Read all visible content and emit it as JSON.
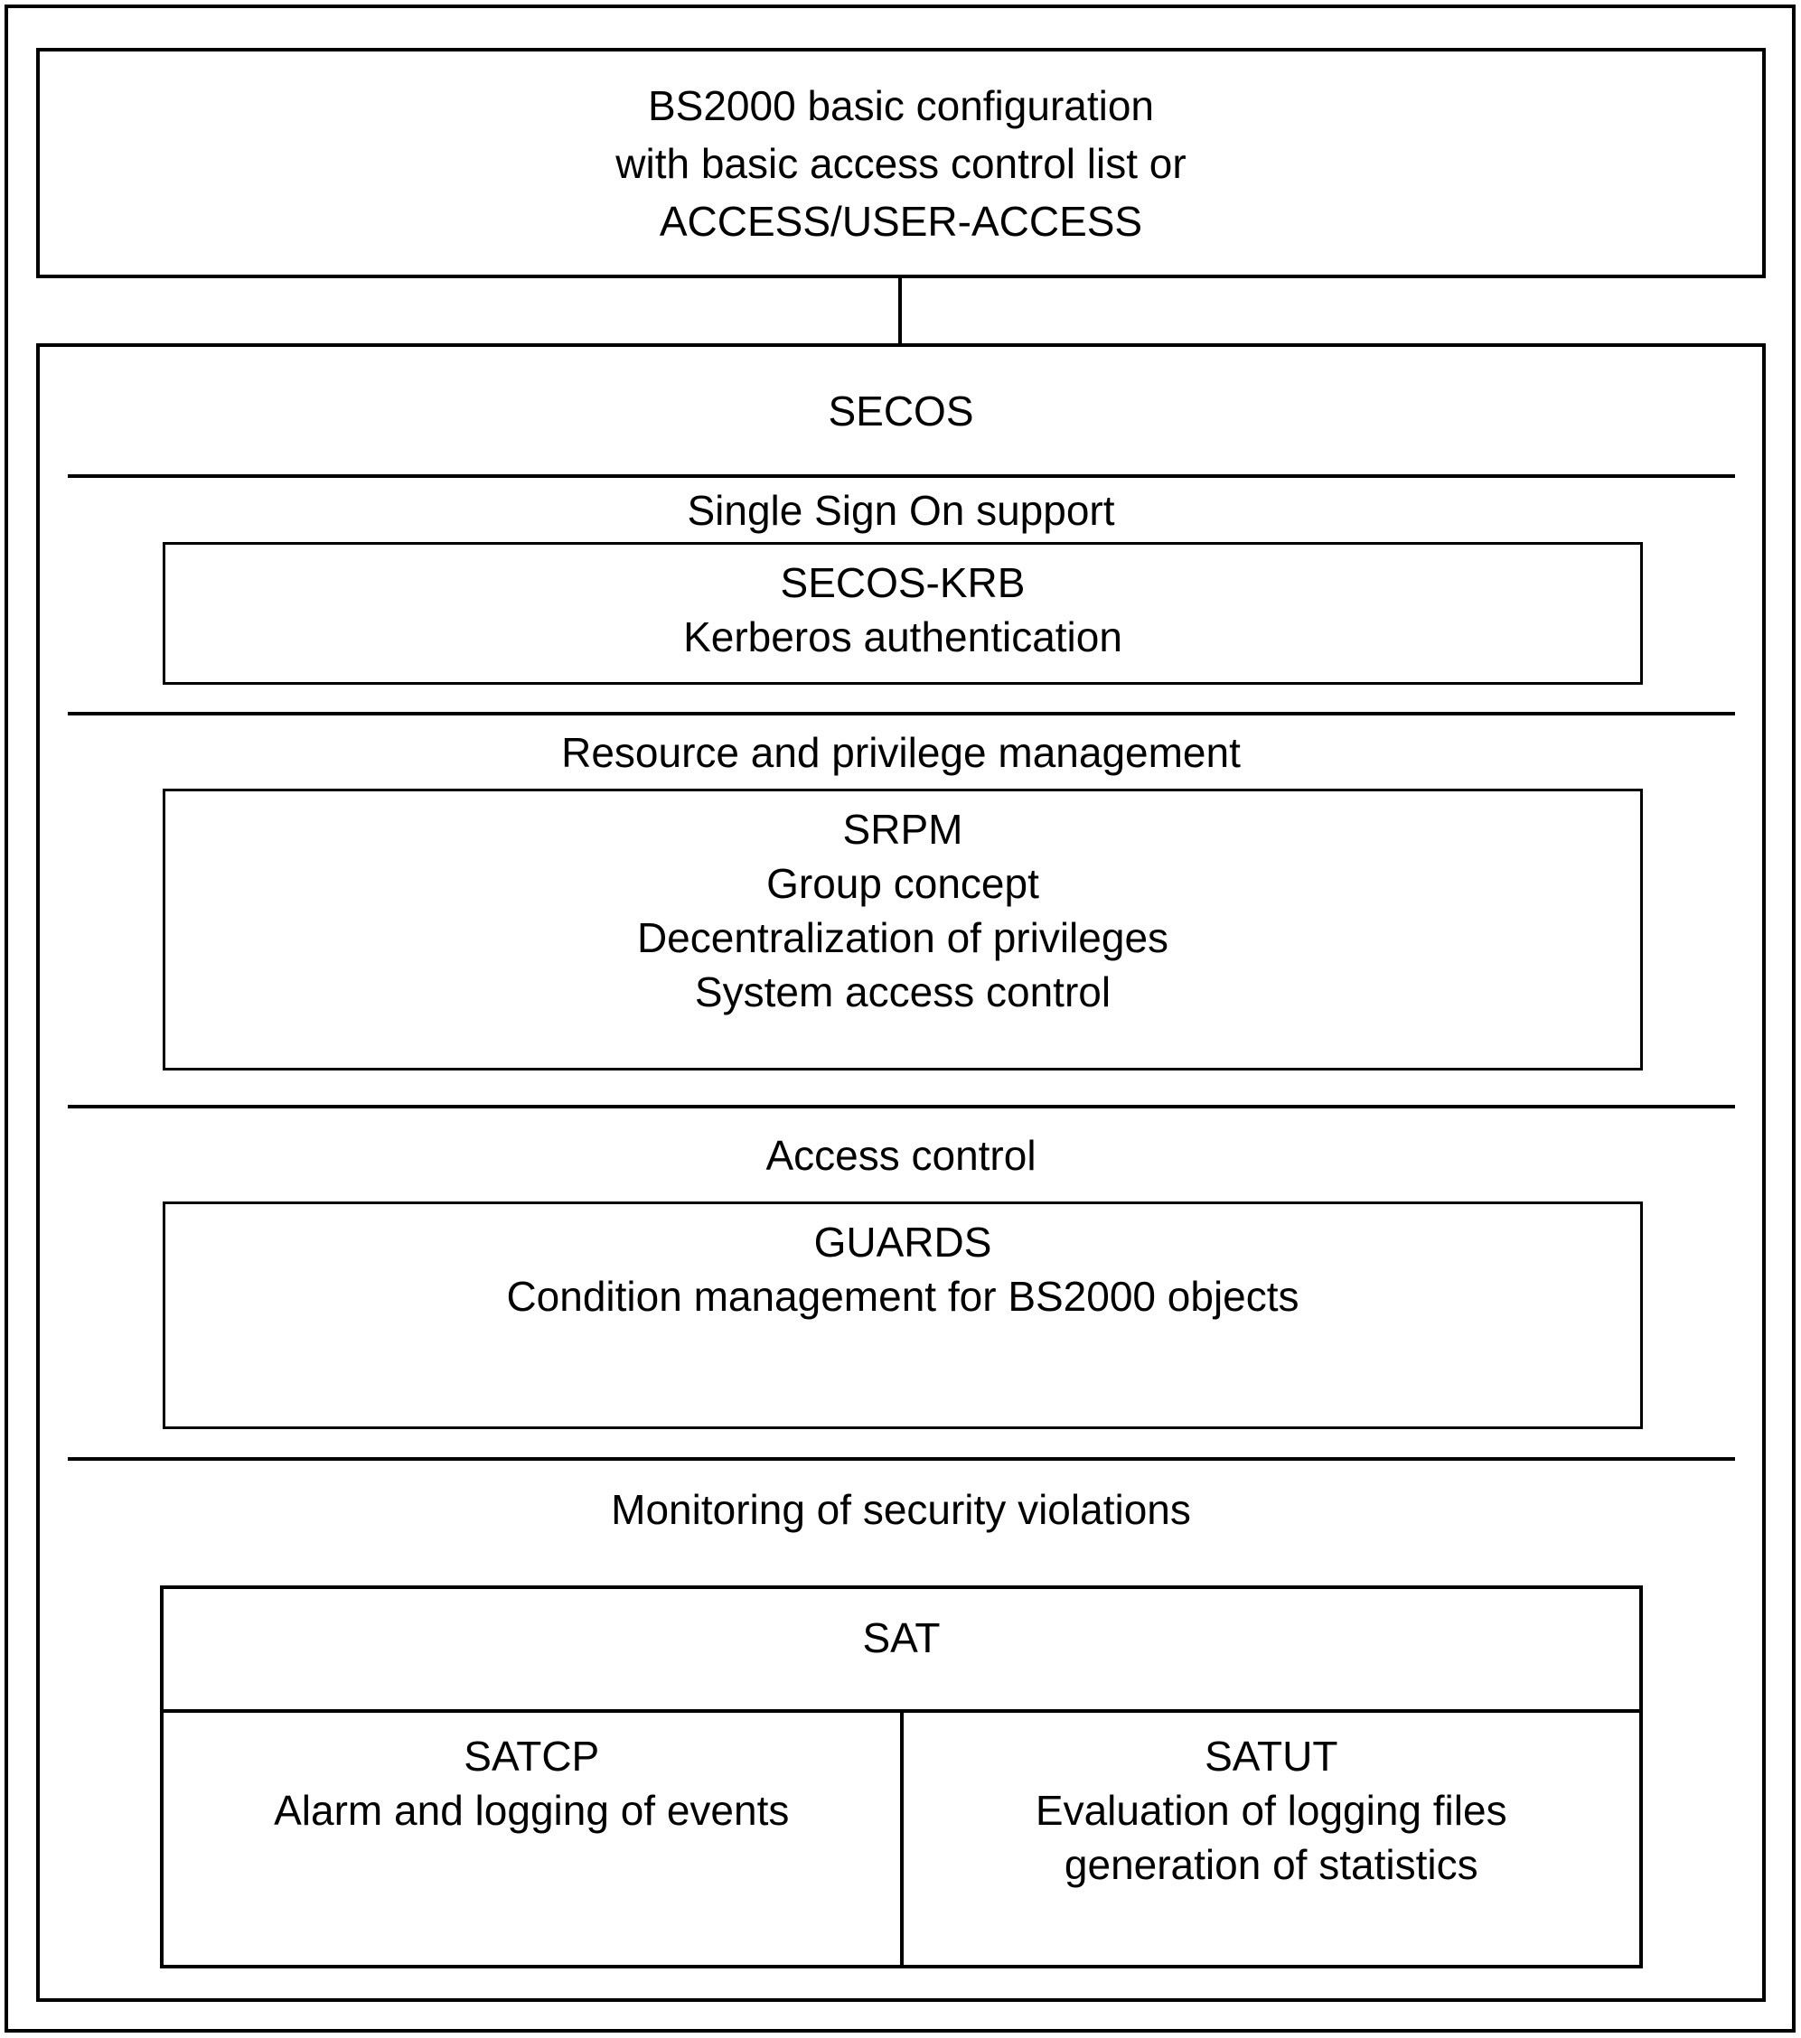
{
  "colors": {
    "line": "#000000",
    "background": "#ffffff",
    "text": "#000000"
  },
  "top_box": {
    "line1": "BS2000 basic configuration",
    "line2": "with basic access control list or",
    "line3": "ACCESS/USER-ACCESS"
  },
  "secos": {
    "title": "SECOS",
    "sso": {
      "heading": "Single Sign On support",
      "box": {
        "title": "SECOS-KRB",
        "line2": "Kerberos authentication"
      }
    },
    "rpm": {
      "heading": "Resource and privilege management",
      "box": {
        "title": "SRPM",
        "line2": "Group concept",
        "line3": "Decentralization of privileges",
        "line4": "System access control"
      }
    },
    "ac": {
      "heading": "Access control",
      "box": {
        "title": "GUARDS",
        "line2": "Condition management for BS2000 objects"
      }
    },
    "msv": {
      "heading": "Monitoring of security violations",
      "sat": {
        "title": "SAT",
        "satcp": {
          "title": "SATCP",
          "line2": "Alarm and logging of events"
        },
        "satut": {
          "title": "SATUT",
          "line2": "Evaluation of logging files",
          "line3": "generation of statistics"
        }
      }
    }
  }
}
